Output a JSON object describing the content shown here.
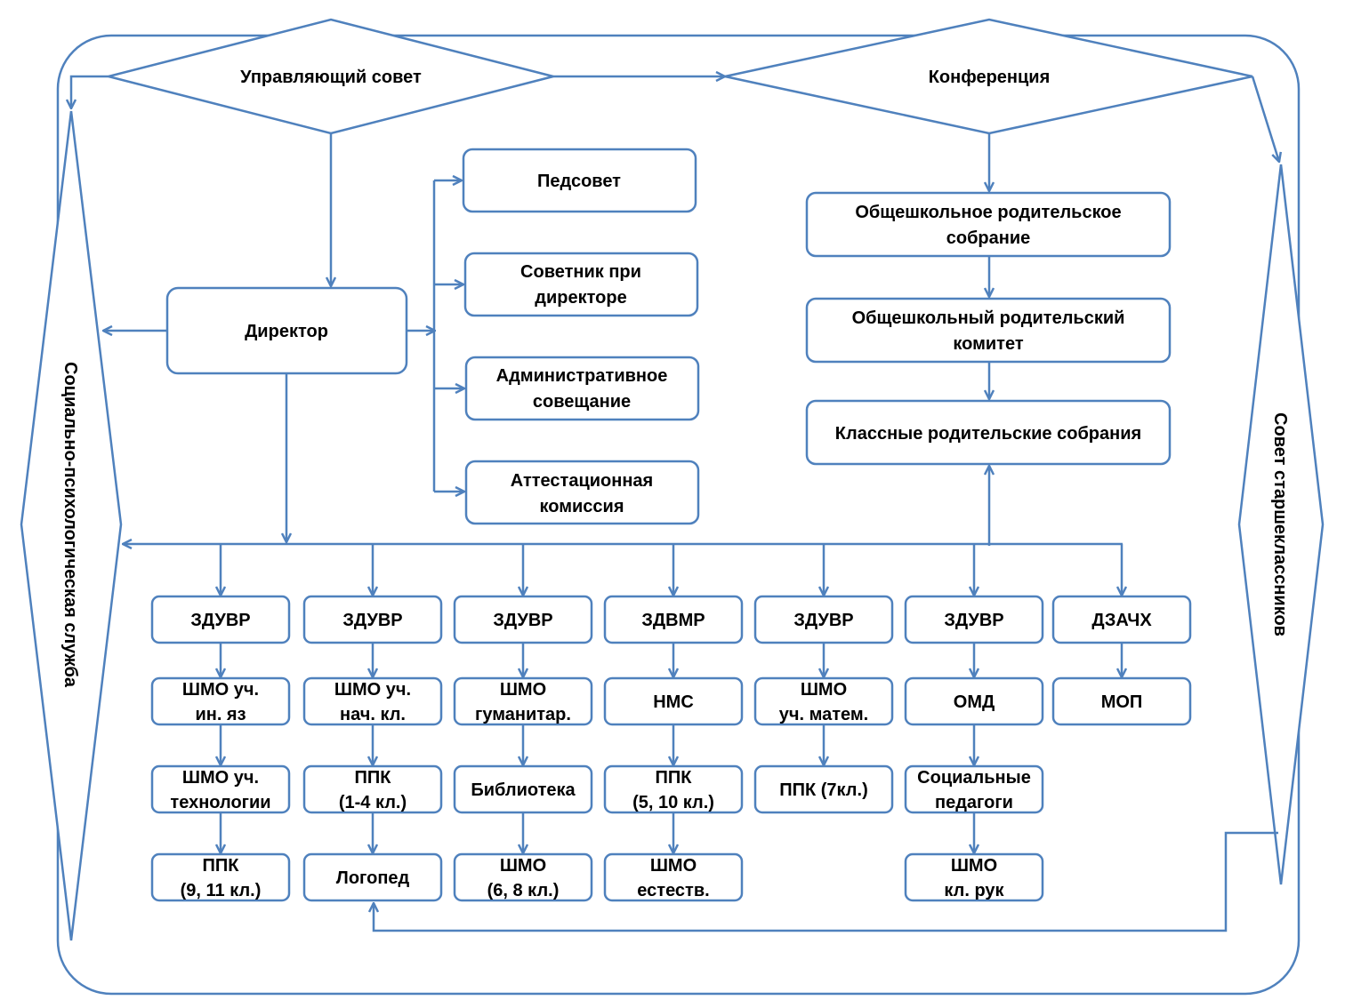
{
  "colors": {
    "stroke": "#4f81bd",
    "fill": "#ffffff",
    "text": "#000000"
  },
  "top": {
    "governing_council": "Управляющий совет",
    "conference": "Конференция"
  },
  "director": "Директор",
  "director_bodies": {
    "pedsovet": "Педсовет",
    "advisor": [
      "Советник при",
      "директоре"
    ],
    "admin_meeting": [
      "Административное",
      "совещание"
    ],
    "attestation": [
      "Аттестационная",
      "комиссия"
    ]
  },
  "parents": {
    "school_meeting": [
      "Общешкольное родительское",
      "собрание"
    ],
    "committee": [
      "Общешкольный родительский",
      "комитет"
    ],
    "class_meetings": "Классные родительские собрания"
  },
  "side": {
    "left": "Социально-психологическая служба",
    "right": "Совет старшеклассников"
  },
  "columns": [
    {
      "head": [
        "ЗДУВР"
      ],
      "items": [
        [
          "ШМО уч.",
          "ин. яз"
        ],
        [
          "ШМО уч.",
          "технологии"
        ],
        [
          "ППК",
          "(9, 11 кл.)"
        ]
      ]
    },
    {
      "head": [
        "ЗДУВР"
      ],
      "items": [
        [
          "ШМО уч.",
          "нач. кл."
        ],
        [
          "ППК",
          "(1-4 кл.)"
        ],
        [
          "Логопед"
        ]
      ]
    },
    {
      "head": [
        "ЗДУВР"
      ],
      "items": [
        [
          "ШМО",
          "гуманитар."
        ],
        [
          "Библиотека"
        ],
        [
          "ШМО",
          "(6, 8 кл.)"
        ]
      ]
    },
    {
      "head": [
        "ЗДВМР"
      ],
      "items": [
        [
          "НМС"
        ],
        [
          "ППК",
          "(5, 10 кл.)"
        ],
        [
          "ШМО",
          "естеств."
        ]
      ]
    },
    {
      "head": [
        "ЗДУВР"
      ],
      "items": [
        [
          "ШМО",
          "уч. матем."
        ],
        [
          "ППК (7кл.)"
        ]
      ]
    },
    {
      "head": [
        "ЗДУВР"
      ],
      "items": [
        [
          "ОМД"
        ],
        [
          "Социальные",
          "педагоги"
        ],
        [
          "ШМО",
          "кл. рук"
        ]
      ]
    },
    {
      "head": [
        "ДЗАЧХ"
      ],
      "items": [
        [
          "МОП"
        ]
      ]
    }
  ]
}
